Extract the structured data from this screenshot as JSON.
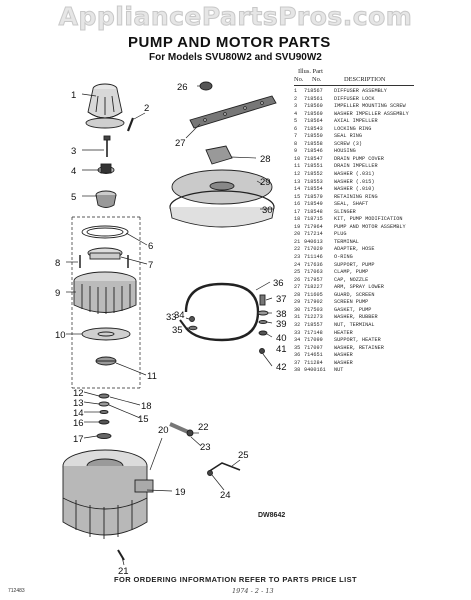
{
  "watermark": "AppliancePartsPros.com",
  "title": "PUMP AND MOTOR PARTS",
  "subtitle": "For Models SVU80W2 and SVU90W2",
  "parts_header": {
    "illus": "Illus. Part",
    "no": "No.",
    "part_no": "No.",
    "description": "DESCRIPTION"
  },
  "parts": [
    {
      "no": "1",
      "part_no": "718567",
      "description": "DIFFUSER ASSEMBLY"
    },
    {
      "no": "2",
      "part_no": "718561",
      "description": "DIFFUSER LOCK"
    },
    {
      "no": "3",
      "part_no": "718560",
      "description": "IMPELLER MOUNTING SCREW"
    },
    {
      "no": "4",
      "part_no": "718569",
      "description": "WASHER IMPELLER ASSEMBLY"
    },
    {
      "no": "5",
      "part_no": "718564",
      "description": "AXIAL IMPELLER"
    },
    {
      "no": "6",
      "part_no": "718543",
      "description": "LOCKING RING"
    },
    {
      "no": "7",
      "part_no": "718550",
      "description": "SEAL RING"
    },
    {
      "no": "8",
      "part_no": "718558",
      "description": "SCREW (3)"
    },
    {
      "no": "9",
      "part_no": "718546",
      "description": "HOUSING"
    },
    {
      "no": "10",
      "part_no": "718547",
      "description": "DRAIN PUMP COVER"
    },
    {
      "no": "11",
      "part_no": "718551",
      "description": "DRAIN IMPELLER"
    },
    {
      "no": "12",
      "part_no": "718552",
      "description": "WASHER (.031)"
    },
    {
      "no": "13",
      "part_no": "718553",
      "description": "WASHER (.015)"
    },
    {
      "no": "14",
      "part_no": "718554",
      "description": "WASHER (.010)"
    },
    {
      "no": "15",
      "part_no": "718579",
      "description": "RETAINING RING"
    },
    {
      "no": "16",
      "part_no": "718549",
      "description": "SEAL, SHAFT"
    },
    {
      "no": "17",
      "part_no": "718548",
      "description": "SLINGER"
    },
    {
      "no": "18",
      "part_no": "718715",
      "description": "KIT, PUMP MODIFICATION"
    },
    {
      "no": "19",
      "part_no": "717964",
      "description": "PUMP AND MOTOR ASSEMBLY"
    },
    {
      "no": "20",
      "part_no": "717214",
      "description": "PLUG"
    },
    {
      "no": "21",
      "part_no": "940613",
      "description": "TERMINAL"
    },
    {
      "no": "22",
      "part_no": "717029",
      "description": "ADAPTER, HOSE"
    },
    {
      "no": "23",
      "part_no": "711146",
      "description": "O-RING"
    },
    {
      "no": "24",
      "part_no": "717636",
      "description": "SUPPORT, PUMP"
    },
    {
      "no": "25",
      "part_no": "717063",
      "description": "CLAMP, PUMP"
    },
    {
      "no": "26",
      "part_no": "717957",
      "description": "CAP, NOZZLE"
    },
    {
      "no": "27",
      "part_no": "718227",
      "description": "ARM, SPRAY LOWER"
    },
    {
      "no": "28",
      "part_no": "711605",
      "description": "GUARD, SCREEN"
    },
    {
      "no": "29",
      "part_no": "717902",
      "description": "SCREEN PUMP"
    },
    {
      "no": "30",
      "part_no": "717503",
      "description": "GASKET, PUMP"
    },
    {
      "no": "31",
      "part_no": "712273",
      "description": "WASHER, RUBBER"
    },
    {
      "no": "32",
      "part_no": "718557",
      "description": "NUT, TERMINAL"
    },
    {
      "no": "33",
      "part_no": "717148",
      "description": "HEATER"
    },
    {
      "no": "34",
      "part_no": "717099",
      "description": "SUPPORT, HEATER"
    },
    {
      "no": "35",
      "part_no": "717097",
      "description": "WASHER, RETAINER"
    },
    {
      "no": "36",
      "part_no": "714651",
      "description": "WASHER"
    },
    {
      "no": "37",
      "part_no": "711284",
      "description": "WASHER"
    },
    {
      "no": "38",
      "part_no": "9400161",
      "description": "NUT"
    }
  ],
  "callouts": [
    "1",
    "2",
    "3",
    "4",
    "5",
    "6",
    "7",
    "8",
    "9",
    "10",
    "11",
    "12",
    "13",
    "14",
    "15",
    "16",
    "17",
    "18",
    "19",
    "20",
    "21",
    "22",
    "23",
    "24",
    "25",
    "26",
    "27",
    "28",
    "29",
    "30",
    "33",
    "34",
    "35",
    "36",
    "37",
    "38",
    "39",
    "40",
    "41",
    "42"
  ],
  "diagram_code": "DW8642",
  "footer": "FOR ORDERING INFORMATION REFER TO PARTS PRICE LIST",
  "corner_code": "712483",
  "handwriting": "1974 - 2 - 13"
}
